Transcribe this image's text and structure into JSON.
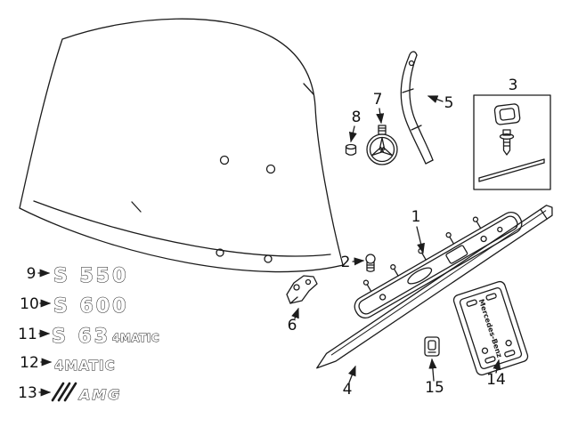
{
  "page": {
    "background": "#ffffff",
    "line_color": "#1c1c1c"
  },
  "callouts": {
    "1": "1",
    "2": "2",
    "3": "3",
    "4": "4",
    "5": "5",
    "6": "6",
    "7": "7",
    "8": "8",
    "9": "9",
    "10": "10",
    "11": "11",
    "12": "12",
    "13": "13",
    "14": "14",
    "15": "15"
  },
  "emblems": {
    "s550": "S 550",
    "s600": "S 600",
    "s63": "S 63",
    "s63_badge": "4MATIC",
    "matic": "4MATIC",
    "amg": "AMG"
  },
  "license_plate": {
    "brand": "Mercedes-Benz"
  }
}
